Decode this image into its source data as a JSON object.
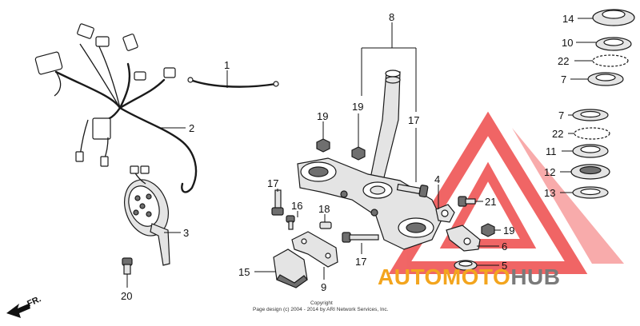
{
  "diagram": {
    "callouts": [
      "1",
      "2",
      "3",
      "4",
      "5",
      "6",
      "7",
      "7",
      "8",
      "9",
      "10",
      "11",
      "12",
      "13",
      "14",
      "15",
      "16",
      "17",
      "17",
      "17",
      "18",
      "19",
      "19",
      "19",
      "20",
      "21",
      "22",
      "22"
    ],
    "direction_label": "FR.",
    "copyright_line1": "Copyright",
    "copyright_line2": "Page design (c) 2004 - 2014 by ARI Network Services, Inc."
  },
  "watermark": {
    "text_auto": "AUTO",
    "text_moto": "MOTO",
    "text_hub": "HUB",
    "colors": {
      "triangle": "#ee4b4b",
      "auto": "#f3a51e",
      "moto": "#f3a51e",
      "hub": "#7a7a7a"
    }
  }
}
